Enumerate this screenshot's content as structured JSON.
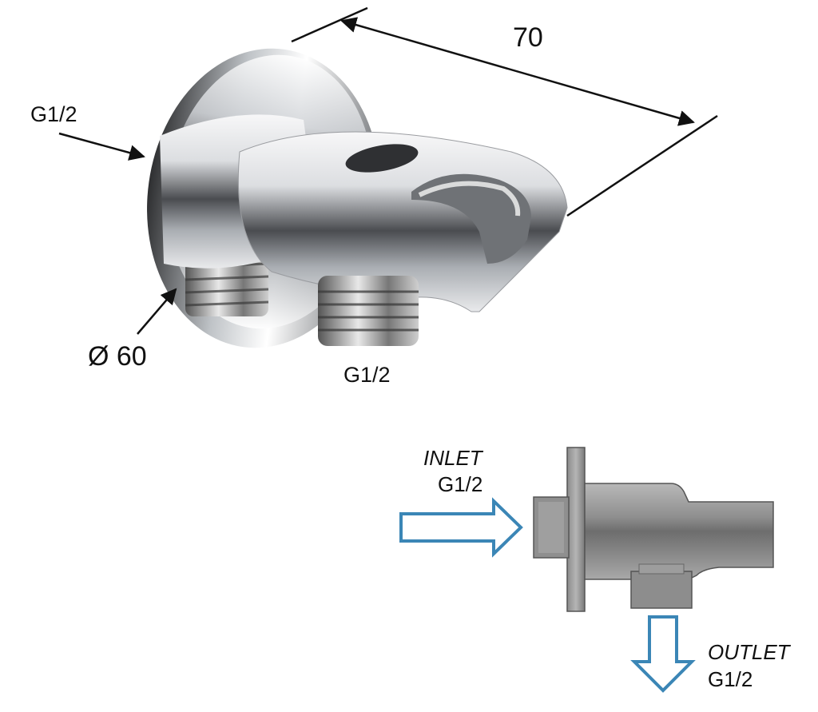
{
  "top_view": {
    "dimension_length": "70",
    "label_inlet_thread": "G1/2",
    "label_diameter": "Ø 60",
    "label_outlet_thread": "G1/2"
  },
  "side_view": {
    "inlet_label": "INLET",
    "inlet_thread": "G1/2",
    "outlet_label": "OUTLET",
    "outlet_thread": "G1/2"
  },
  "colors": {
    "chrome_dark": "#3a3a3a",
    "chrome_light": "#f4f4f4",
    "flow_arrow": "#3b86b6",
    "side_gray": "#9a9a9a"
  }
}
